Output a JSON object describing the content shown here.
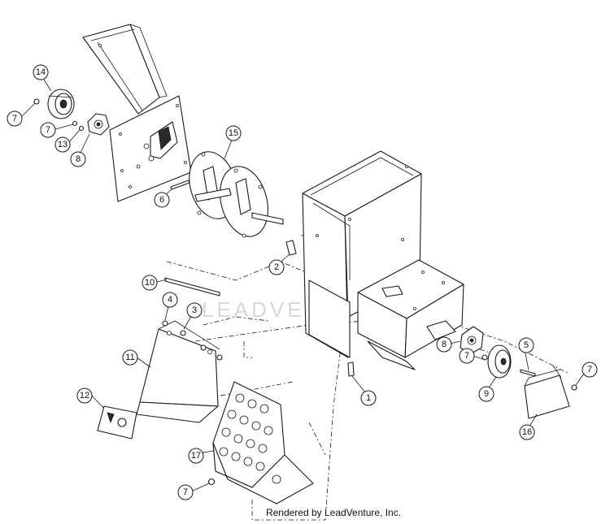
{
  "callouts": [
    "1",
    "2",
    "3",
    "4",
    "5",
    "6",
    "7",
    "8",
    "9",
    "10",
    "11",
    "12",
    "13",
    "14",
    "15",
    "16",
    "17"
  ],
  "watermark": "LEADVENTURE",
  "footer": "Rendered by LeadVenture, Inc."
}
